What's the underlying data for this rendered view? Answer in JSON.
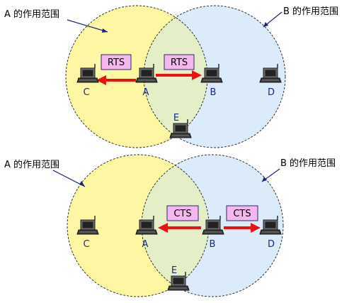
{
  "colors": {
    "range_a_fill": "#fdf7a3",
    "range_b_fill": "#dcebfa",
    "overlap_fill": "#e4efc8",
    "circle_border": "#222222",
    "pointer_line": "#1a237e",
    "arrow_red": "#ee1111",
    "message_box_fill": "#f4b8ef",
    "message_box_border": "#2a2a6a",
    "node_label": "#1a2a7a"
  },
  "panels": [
    {
      "range_a_label": "A 的作用范围",
      "range_b_label": "B 的作用范围",
      "nodes": [
        {
          "id": "C",
          "label": "C",
          "icon": "laptop-icon"
        },
        {
          "id": "A",
          "label": "A",
          "icon": "laptop-icon"
        },
        {
          "id": "B",
          "label": "B",
          "icon": "laptop-icon"
        },
        {
          "id": "D",
          "label": "D",
          "icon": "laptop-icon"
        },
        {
          "id": "E",
          "label": "E",
          "icon": "laptop-icon"
        }
      ],
      "messages": [
        {
          "text": "RTS",
          "from": "A",
          "to": "C"
        },
        {
          "text": "RTS",
          "from": "A",
          "to": "B"
        }
      ]
    },
    {
      "range_a_label": "A 的作用范围",
      "range_b_label": "B 的作用范围",
      "nodes": [
        {
          "id": "C",
          "label": "C",
          "icon": "laptop-icon"
        },
        {
          "id": "A",
          "label": "A",
          "icon": "laptop-icon"
        },
        {
          "id": "B",
          "label": "B",
          "icon": "laptop-icon"
        },
        {
          "id": "D",
          "label": "D",
          "icon": "laptop-icon"
        },
        {
          "id": "E",
          "label": "E",
          "icon": "laptop-icon"
        }
      ],
      "messages": [
        {
          "text": "CTS",
          "from": "B",
          "to": "A"
        },
        {
          "text": "CTS",
          "from": "B",
          "to": "D"
        }
      ]
    }
  ]
}
